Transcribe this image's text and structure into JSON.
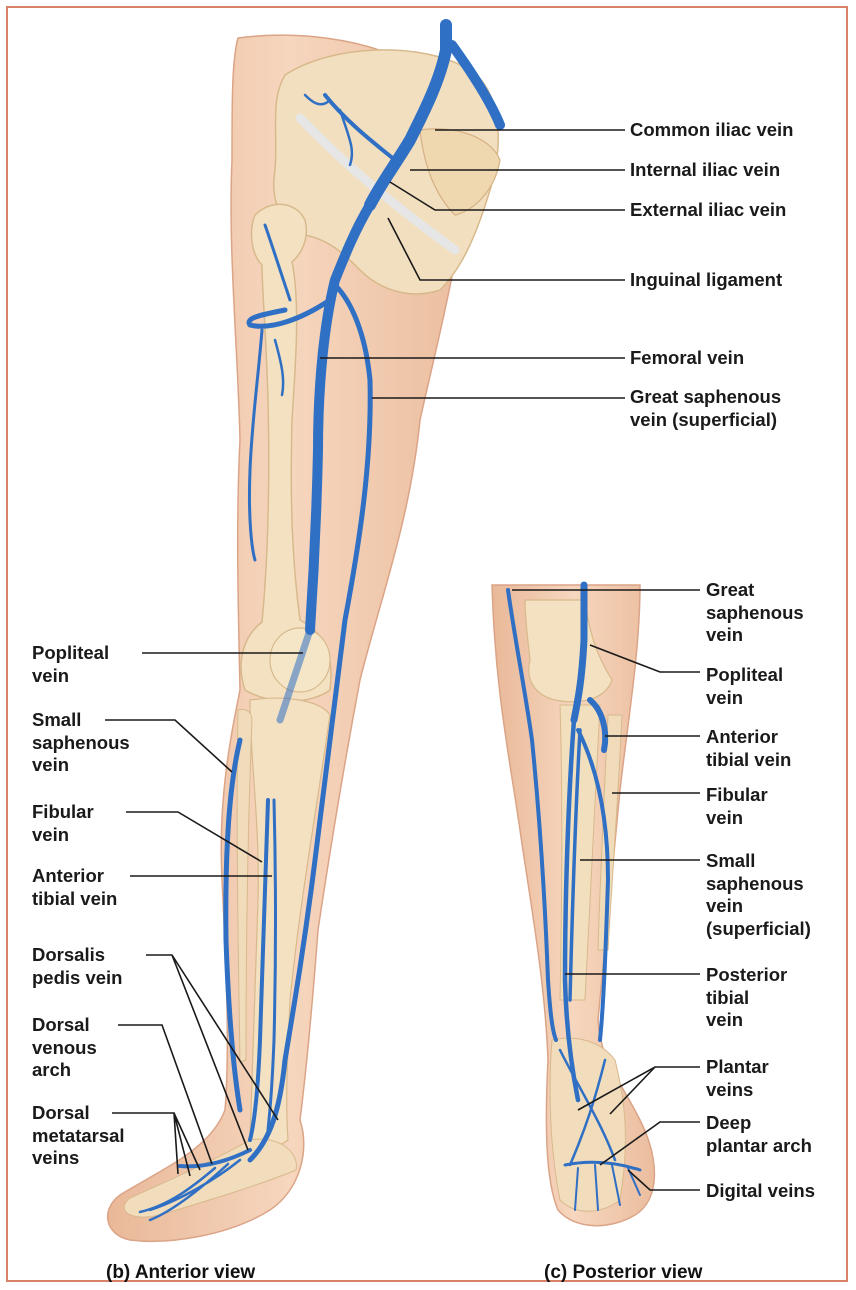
{
  "colors": {
    "vein": "#2f6fc4",
    "skin": "#f3cdb0",
    "bone": "#f4e3c4",
    "frame": "#d9826a"
  },
  "labels": {
    "common_iliac": "Common iliac vein",
    "internal_iliac": "Internal iliac vein",
    "external_iliac": "External iliac vein",
    "inguinal": "Inguinal ligament",
    "femoral": "Femoral vein",
    "great_saphenous_sup": "Great saphenous\nvein (superficial)",
    "popliteal_b": "Popliteal\nvein",
    "small_saphenous_b": "Small\nsaphenous\nvein",
    "fibular_b": "Fibular\nvein",
    "anterior_tibial_b": "Anterior\ntibial vein",
    "dorsalis_pedis": "Dorsalis\npedis vein",
    "dorsal_venous_arch": "Dorsal\nvenous\narch",
    "dorsal_metatarsal": "Dorsal\nmetatarsal\nveins",
    "great_saphenous_c": "Great\nsaphenous\nvein",
    "popliteal_c": "Popliteal\nvein",
    "anterior_tibial_c": "Anterior\ntibial vein",
    "fibular_c": "Fibular\nvein",
    "small_saphenous_c": "Small\nsaphenous\nvein\n(superficial)",
    "posterior_tibial": "Posterior\ntibial\nvein",
    "plantar": "Plantar\nveins",
    "deep_plantar_arch": "Deep\nplantar arch",
    "digital": "Digital veins"
  },
  "captions": {
    "anterior": "(b) Anterior view",
    "posterior": "(c) Posterior view"
  }
}
